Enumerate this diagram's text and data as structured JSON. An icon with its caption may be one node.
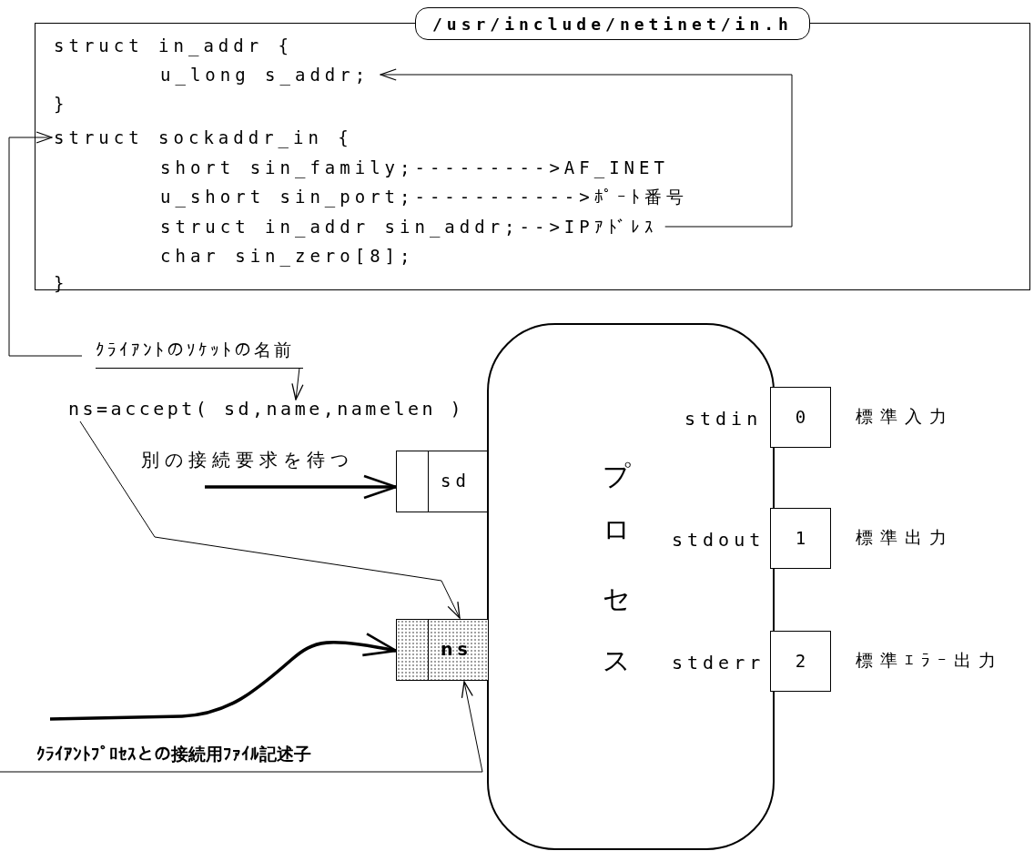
{
  "diagram": {
    "nodes": [
      {
        "text": [
          "/usr/include/netinet/in.h"
        ]
      },
      {
        "text": [
          "struct in_addr {"
        ],
        "in": 0
      },
      {
        "text": [
          "u_long s_addr;"
        ],
        "in": 0
      },
      {
        "text": [
          "}"
        ],
        "in": 0
      },
      {
        "text": [
          "struct sockaddr_in {"
        ],
        "in": 0
      },
      {
        "text": [
          "short sin_family;--------->AF_INET"
        ],
        "in": 0
      },
      {
        "text": [
          "u_short sin_port;----------->ﾎﾟｰﾄ番号"
        ],
        "in": 0
      },
      {
        "text": [
          "struct in_addr sin_addr;-->IPｱﾄﾞﾚｽ"
        ],
        "in": 0
      },
      {
        "text": [
          "char sin_zero[8];"
        ],
        "in": 0
      },
      {
        "text": [
          "}"
        ],
        "in": 0
      },
      {
        "text": [
          "ｸﾗｲｱﾝﾄのｿｹｯﾄの名前"
        ]
      },
      {
        "text": [
          "ns=accept( sd,name,namelen )"
        ]
      },
      {
        "text": [
          "プロセス"
        ]
      },
      {
        "text": [
          "sd"
        ]
      },
      {
        "text": [
          "ns"
        ]
      },
      {
        "text": [
          "ｸﾗｲｱﾝﾄﾌﾟﾛｾｽとの接続用ﾌｧｲﾙ記述子"
        ]
      },
      {
        "text": [
          "0"
        ],
        "beside": [
          "標準入力"
        ]
      },
      {
        "text": [
          "1"
        ],
        "beside": [
          "標準出力"
        ]
      },
      {
        "text": [
          "2"
        ],
        "beside": [
          "標準ｴﾗｰ出力"
        ]
      }
    ],
    "edges": [
      {
        "from": 7,
        "to": 2,
        "arrow": "to"
      },
      {
        "from": 10,
        "to": 4,
        "arrow": "to"
      },
      {
        "from": 10,
        "to": 11,
        "arrow": "to"
      },
      {
        "from": null,
        "to": 13,
        "arrow": "to",
        "label": "別の接続要求を待つ",
        "style": "thick"
      },
      {
        "from": 11,
        "to": 14,
        "arrow": "to"
      },
      {
        "from": null,
        "to": 14,
        "arrow": "to",
        "style": "thick"
      },
      {
        "from": 15,
        "to": 14,
        "arrow": "to"
      }
    ],
    "labels": [
      "stdin",
      "stdout",
      "stderr"
    ]
  }
}
